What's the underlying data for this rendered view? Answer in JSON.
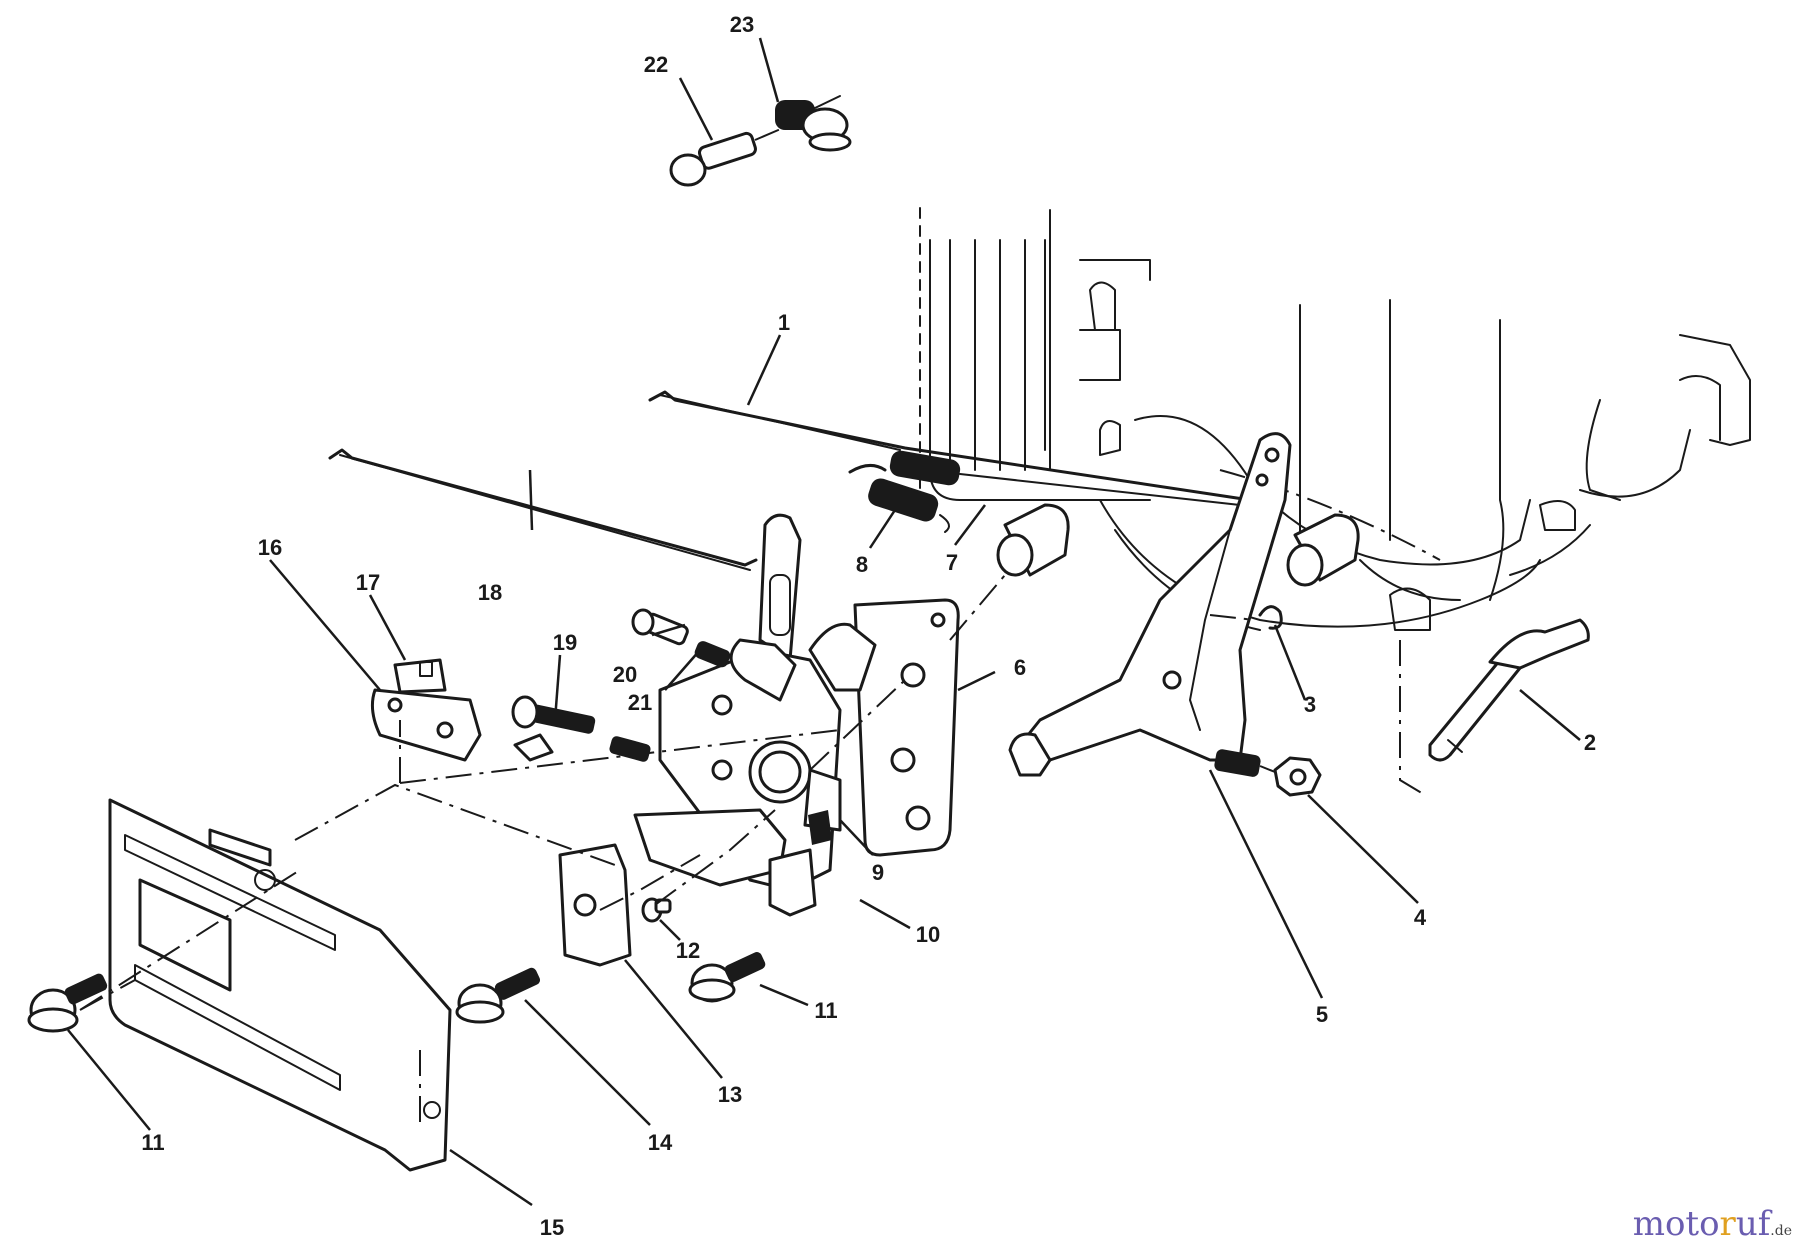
{
  "callouts": [
    "1",
    "2",
    "3",
    "4",
    "5",
    "6",
    "7",
    "8",
    "9",
    "10",
    "11",
    "12",
    "13",
    "14",
    "15",
    "16",
    "17",
    "18",
    "19",
    "20",
    "21",
    "22",
    "23"
  ],
  "watermark": {
    "part_a": "moto",
    "part_b": "r",
    "part_c": "uf",
    "part_d": ".de"
  }
}
